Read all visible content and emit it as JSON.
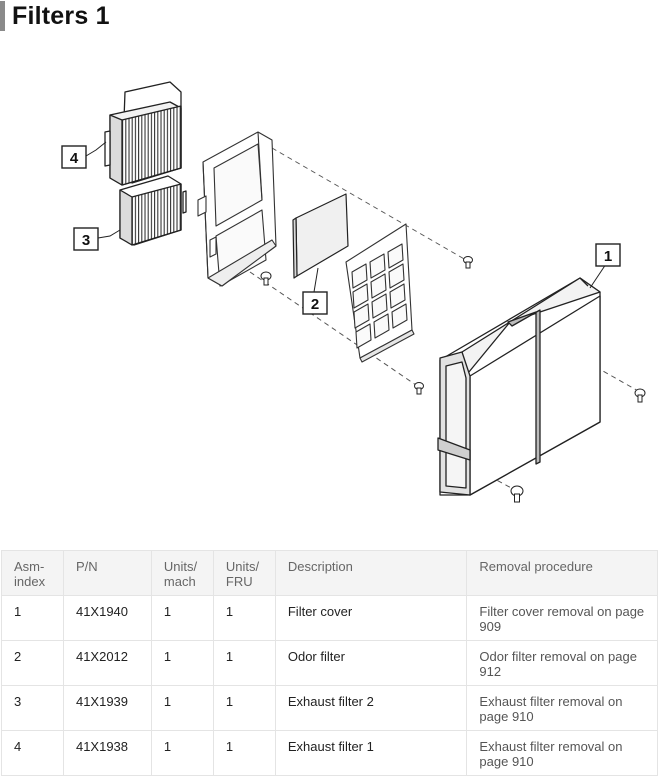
{
  "page": {
    "title": "Filters 1"
  },
  "diagram": {
    "callouts": [
      "1",
      "2",
      "3",
      "4"
    ]
  },
  "table": {
    "headers": [
      "Asm-index",
      "P/N",
      "Units/ mach",
      "Units/ FRU",
      "Description",
      "Removal procedure"
    ],
    "rows": [
      {
        "index": "1",
        "pn": "41X1940",
        "units_mach": "1",
        "units_fru": "1",
        "description": "Filter cover",
        "removal": "Filter cover removal on page 909"
      },
      {
        "index": "2",
        "pn": "41X2012",
        "units_mach": "1",
        "units_fru": "1",
        "description": "Odor filter",
        "removal": "Odor filter removal on page 912"
      },
      {
        "index": "3",
        "pn": "41X1939",
        "units_mach": "1",
        "units_fru": "1",
        "description": "Exhaust filter 2",
        "removal": "Exhaust filter removal on page 910"
      },
      {
        "index": "4",
        "pn": "41X1938",
        "units_mach": "1",
        "units_fru": "1",
        "description": "Exhaust filter 1",
        "removal": "Exhaust filter removal on page 910"
      }
    ]
  }
}
